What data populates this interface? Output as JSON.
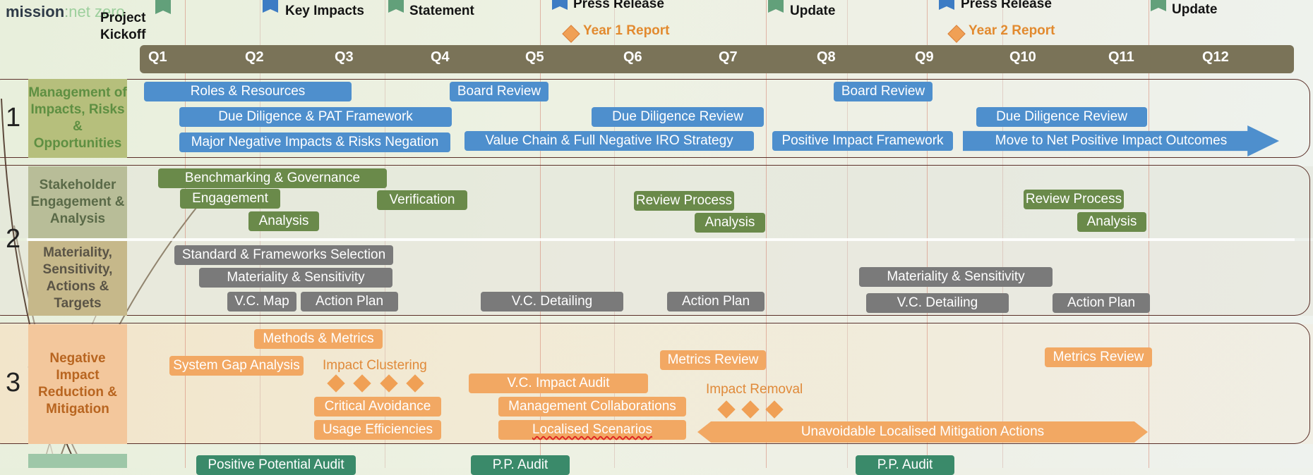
{
  "logo": {
    "left": "mission",
    "sep": ":",
    "right": "net zero"
  },
  "milestones": [
    {
      "id": "m1",
      "line1": "Project",
      "line2": "Kickoff",
      "color": "#62a07a"
    },
    {
      "id": "m2",
      "line1": "Key Impacts",
      "color": "#3d7cc4"
    },
    {
      "id": "m3",
      "line1": "Statement",
      "color": "#62a07a"
    },
    {
      "id": "m4",
      "line1": "Press Release",
      "color": "#3d7cc4"
    },
    {
      "id": "m5",
      "line1": "Update",
      "color": "#62a07a"
    },
    {
      "id": "m6",
      "line1": "Press Release",
      "color": "#3d7cc4"
    },
    {
      "id": "m7",
      "line1": "Update",
      "color": "#62a07a"
    }
  ],
  "reports": [
    "Year 1 Report",
    "Year 2 Report"
  ],
  "quarters": [
    "Q1",
    "Q2",
    "Q3",
    "Q4",
    "Q5",
    "Q6",
    "Q7",
    "Q8",
    "Q9",
    "Q10",
    "Q11",
    "Q12"
  ],
  "section_numbers": [
    "1",
    "2",
    "3"
  ],
  "lanes": {
    "impacts": "Management of Impacts, Risks & Opportunities",
    "stakeholder": "Stakeholder Engagement & Analysis",
    "materiality": "Materiality, Sensitivity, Actions & Targets",
    "negative": "Negative Impact Reduction & Mitigation"
  },
  "impacts_bars": [
    "Roles & Resources",
    "Board Review",
    "Board Review",
    "Due Diligence & PAT Framework",
    "Due Diligence Review",
    "Due Diligence Review",
    "Major Negative Impacts & Risks Negation",
    "Value Chain & Full Negative IRO Strategy",
    "Positive Impact Framework",
    "Move to Net Positive Impact Outcomes"
  ],
  "stakeholder_bars": [
    "Benchmarking & Governance",
    "Engagement",
    "Verification",
    "Analysis",
    "Review Process",
    "Analysis",
    "Review Process",
    "Analysis"
  ],
  "materiality_bars": [
    "Standard & Frameworks Selection",
    "Materiality & Sensitivity",
    "Materiality & Sensitivity",
    "V.C. Map",
    "Action Plan",
    "V.C. Detailing",
    "Action Plan",
    "V.C. Detailing",
    "Action Plan"
  ],
  "negative_bars": [
    "Methods & Metrics",
    "System Gap Analysis",
    "Metrics Review",
    "Metrics Review",
    "V.C. Impact Audit",
    "Critical Avoidance",
    "Management Collaborations",
    "Usage Efficiencies",
    "Localised Scenarios",
    "Unavoidable Localised Mitigation Actions"
  ],
  "negative_labels": [
    "Impact Clustering",
    "Impact Removal"
  ],
  "positive_bars": [
    "Positive Potential Audit",
    "P.P. Audit",
    "P.P. Audit"
  ],
  "colors": {
    "blue": "#4e8fcd",
    "green": "#6a8a4a",
    "grey": "#7a7a7a",
    "orange": "#f2a863",
    "quarter_bar": "#7a7358"
  }
}
